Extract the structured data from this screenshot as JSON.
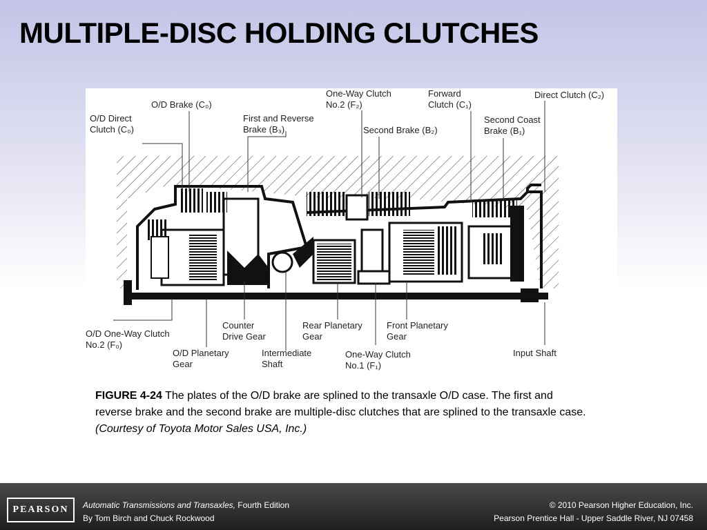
{
  "slide": {
    "title": "MULTIPLE-DISC HOLDING CLUTCHES"
  },
  "figure": {
    "labels": {
      "od_brake": "O/D Brake (C₀)",
      "od_direct_clutch_l1": "O/D Direct",
      "od_direct_clutch_l2": "Clutch (C₀)",
      "first_reverse_l1": "First and Reverse",
      "first_reverse_l2": "Brake (B₃)",
      "oneway2_l1": "One-Way Clutch",
      "oneway2_l2": "No.2 (F₂)",
      "second_brake": "Second Brake (B₂)",
      "forward_l1": "Forward",
      "forward_l2": "Clutch (C₁)",
      "direct_clutch": "Direct Clutch (C₂)",
      "second_coast_l1": "Second Coast",
      "second_coast_l2": "Brake (B₁)",
      "od_oneway_l1": "O/D One-Way Clutch",
      "od_oneway_l2": "No.2 (F₀)",
      "od_planetary_l1": "O/D Planetary",
      "od_planetary_l2": "Gear",
      "counter_drive_l1": "Counter",
      "counter_drive_l2": "Drive Gear",
      "intermediate_l1": "Intermediate",
      "intermediate_l2": "Shaft",
      "rear_planetary_l1": "Rear Planetary",
      "rear_planetary_l2": "Gear",
      "oneway1_l1": "One-Way Clutch",
      "oneway1_l2": "No.1 (F₁)",
      "front_planetary_l1": "Front Planetary",
      "front_planetary_l2": "Gear",
      "input_shaft": "Input Shaft"
    }
  },
  "caption": {
    "figure_number": "FIGURE 4-24",
    "text": " The plates of the O/D brake are splined to the transaxle O/D case. The first and reverse brake and the second brake are multiple-disc clutches that are splined to the transaxle case. ",
    "credit": "(Courtesy of Toyota Motor Sales USA, Inc.)"
  },
  "footer": {
    "logo": "PEARSON",
    "book_title": "Automatic Transmissions and Transaxles,",
    "edition": " Fourth Edition",
    "authors": "By Tom Birch and Chuck Rockwood",
    "copyright": "© 2010 Pearson Higher Education, Inc.",
    "publisher": "Pearson Prentice Hall - Upper Saddle River, NJ 07458"
  }
}
